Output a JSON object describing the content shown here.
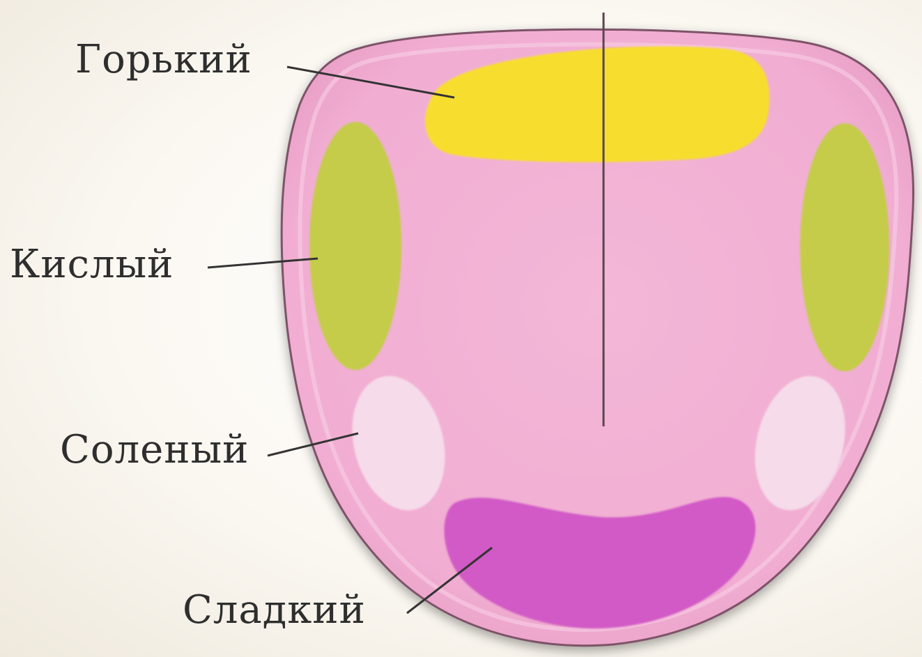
{
  "labels": {
    "bitter": "Горький",
    "sour": "Кислый",
    "salty": "Соленый",
    "sweet": "Сладкий"
  },
  "colors": {
    "tongue": "#f3b6d6",
    "tongue_edge": "#8a5a72",
    "bitter": "#f7de2e",
    "sour": "#c4cc4a",
    "salty": "#f6dbea",
    "sweet": "#d15ac6",
    "leader_line": "#333333"
  }
}
